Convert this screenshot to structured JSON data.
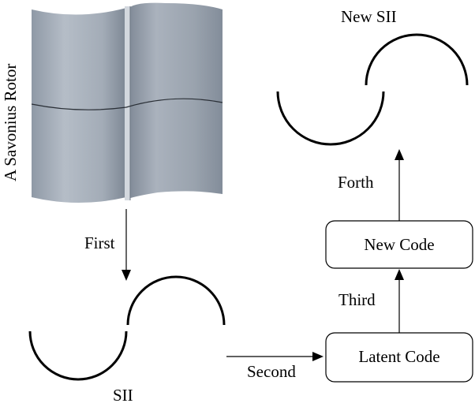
{
  "rotor": {
    "label": "A Savonius Rotor",
    "colors": {
      "light": "#c9cfd7",
      "mid": "#98a2ae",
      "dark": "#6d7784"
    }
  },
  "steps": {
    "first": "First",
    "second": "Second",
    "third": "Third",
    "fourth": "Forth"
  },
  "nodes": {
    "sii": "SII",
    "latent_code": "Latent Code",
    "new_code": "New Code",
    "new_sii": "New SII"
  }
}
